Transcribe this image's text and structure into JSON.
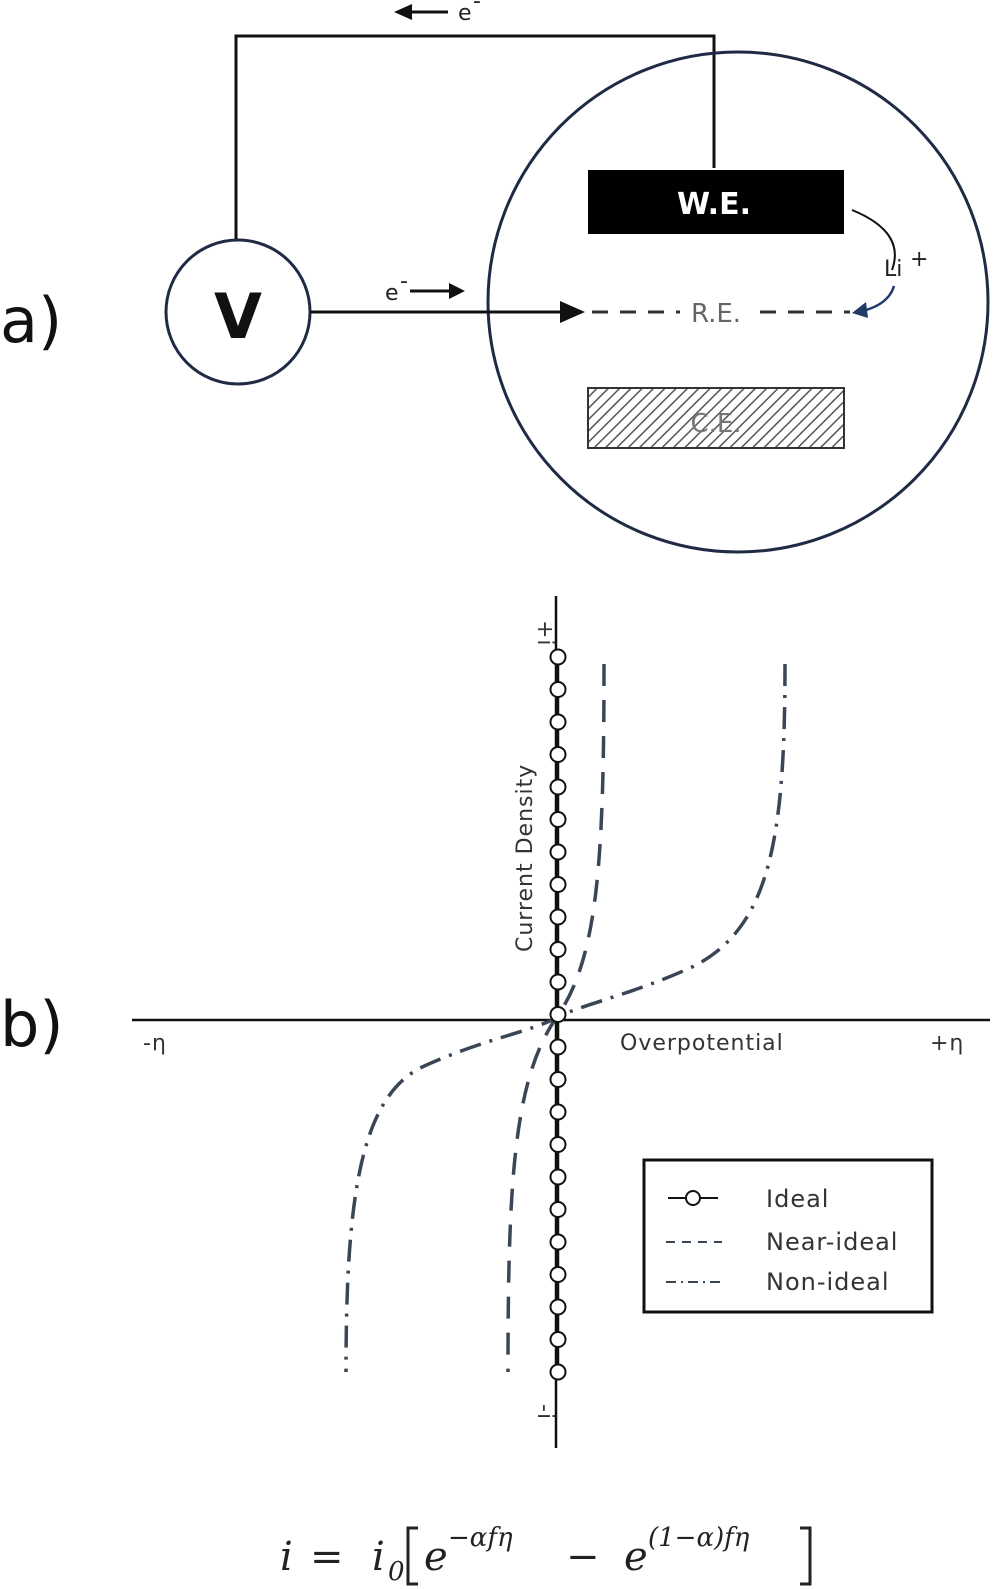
{
  "panel_a": {
    "label": "a)",
    "voltmeter": "V",
    "electron_top": "e",
    "electron_top_sup": "-",
    "electron_mid": "e",
    "electron_mid_sup": "-",
    "working_electrode": "W.E.",
    "reference_electrode": "R.E.",
    "counter_electrode": "C.E.",
    "ion": "Li",
    "ion_sup": "+",
    "colors": {
      "line": "#111111",
      "cell_outline": "#1f2a44",
      "arrow_blue": "#1f3a6b",
      "we_fill": "#000000"
    }
  },
  "panel_b": {
    "label": "b)",
    "y_top_label": "+i",
    "y_bottom_label": "-i",
    "y_axis_title": "Current Density",
    "x_left_label": "-η",
    "x_right_label": "+η",
    "x_axis_title": "Overpotential",
    "legend": [
      {
        "name": "Ideal",
        "style": "line-circle"
      },
      {
        "name": "Near-ideal",
        "style": "dashed"
      },
      {
        "name": "Non-ideal",
        "style": "dash-dot"
      }
    ],
    "colors": {
      "curve": "#3a4556",
      "axis": "#111111"
    }
  },
  "equation": {
    "i": "i",
    "eq": "=",
    "i0": "i",
    "sub0": "0",
    "e1": "e",
    "exp1": "−αfη",
    "minus": "−",
    "e2": "e",
    "exp2": "(1−α)fη"
  },
  "chart_data": {
    "type": "line",
    "series": [
      {
        "name": "Ideal",
        "style": "line with circle markers"
      },
      {
        "name": "Near-ideal",
        "style": "dashed"
      },
      {
        "name": "Non-ideal",
        "style": "dash-dot"
      }
    ],
    "grid": false,
    "legend_position": "bottom-right"
  }
}
